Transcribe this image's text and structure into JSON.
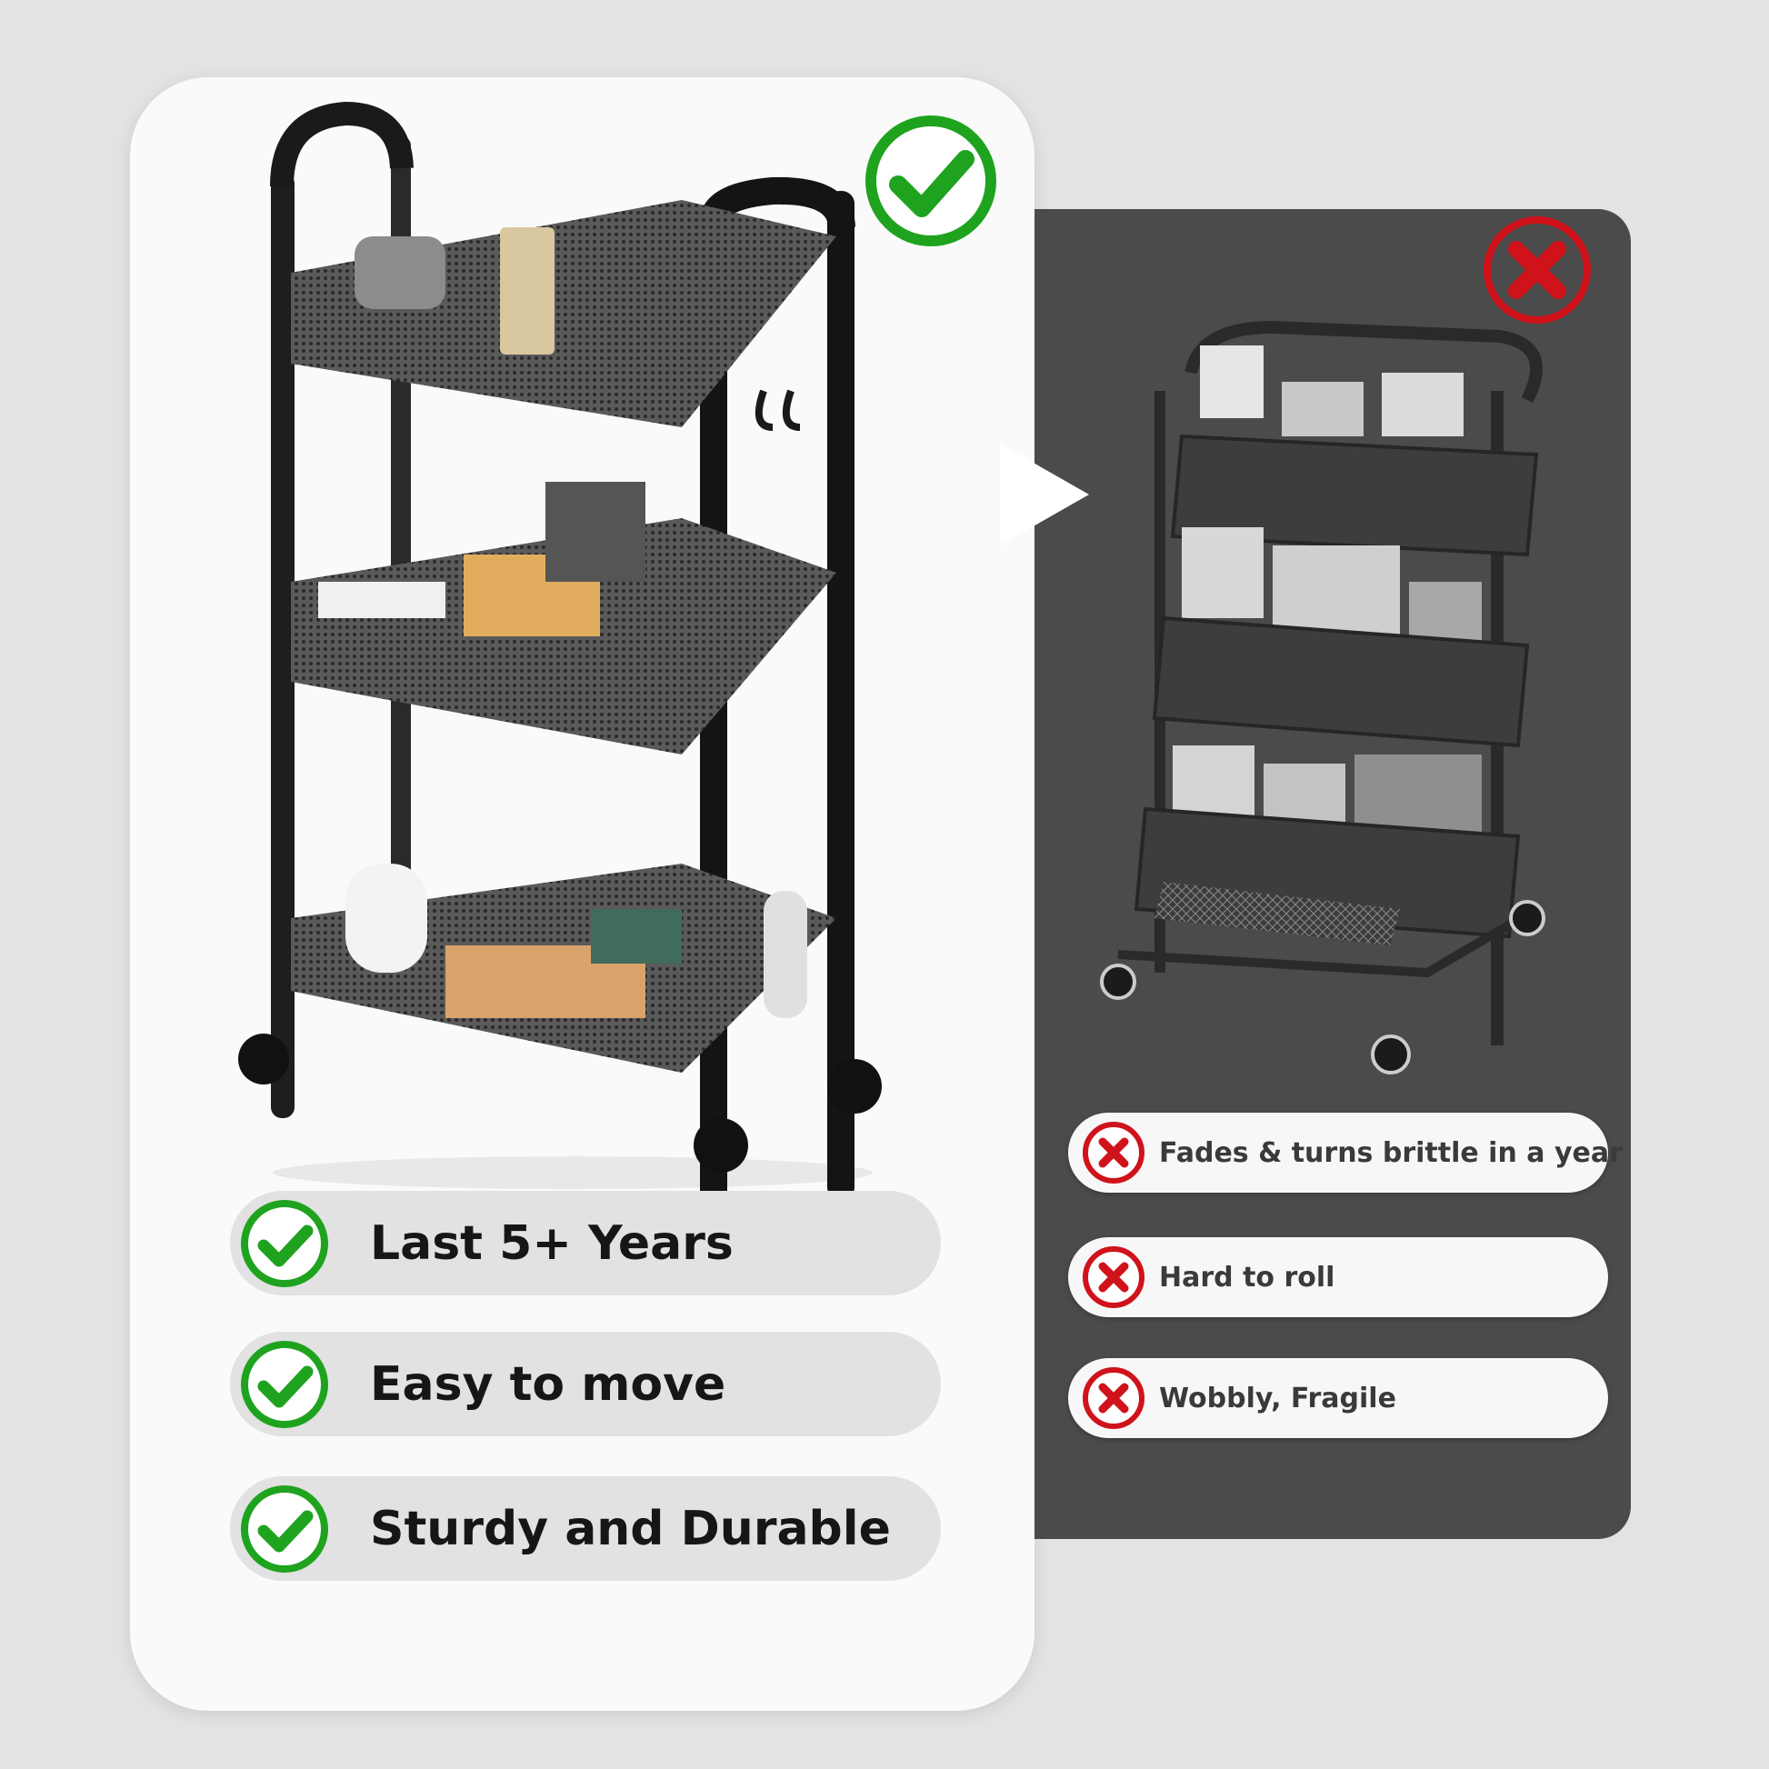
{
  "colors": {
    "ok_green": "#1fa31f",
    "bad_red": "#d0121b",
    "good_panel": "#fafafa",
    "bad_panel": "#4b4b4b"
  },
  "good": {
    "badge_icon": "green-check-circle-icon",
    "product": "black-mesh-3-tier-rolling-cart",
    "features": [
      {
        "label": "Last  5+  Years",
        "icon": "check-icon"
      },
      {
        "label": "Easy to move",
        "icon": "check-icon"
      },
      {
        "label": "Sturdy and Durable",
        "icon": "check-icon"
      }
    ]
  },
  "bad": {
    "badge_icon": "red-x-circle-icon",
    "product": "grey-plastic-3-tier-rolling-cart",
    "issues": [
      {
        "label": "Fades & turns brittle in a year",
        "icon": "x-icon"
      },
      {
        "label": "Hard to roll",
        "icon": "x-icon"
      },
      {
        "label": "Wobbly, Fragile",
        "icon": "x-icon"
      }
    ]
  },
  "arrow_icon": "triangle-right-icon"
}
